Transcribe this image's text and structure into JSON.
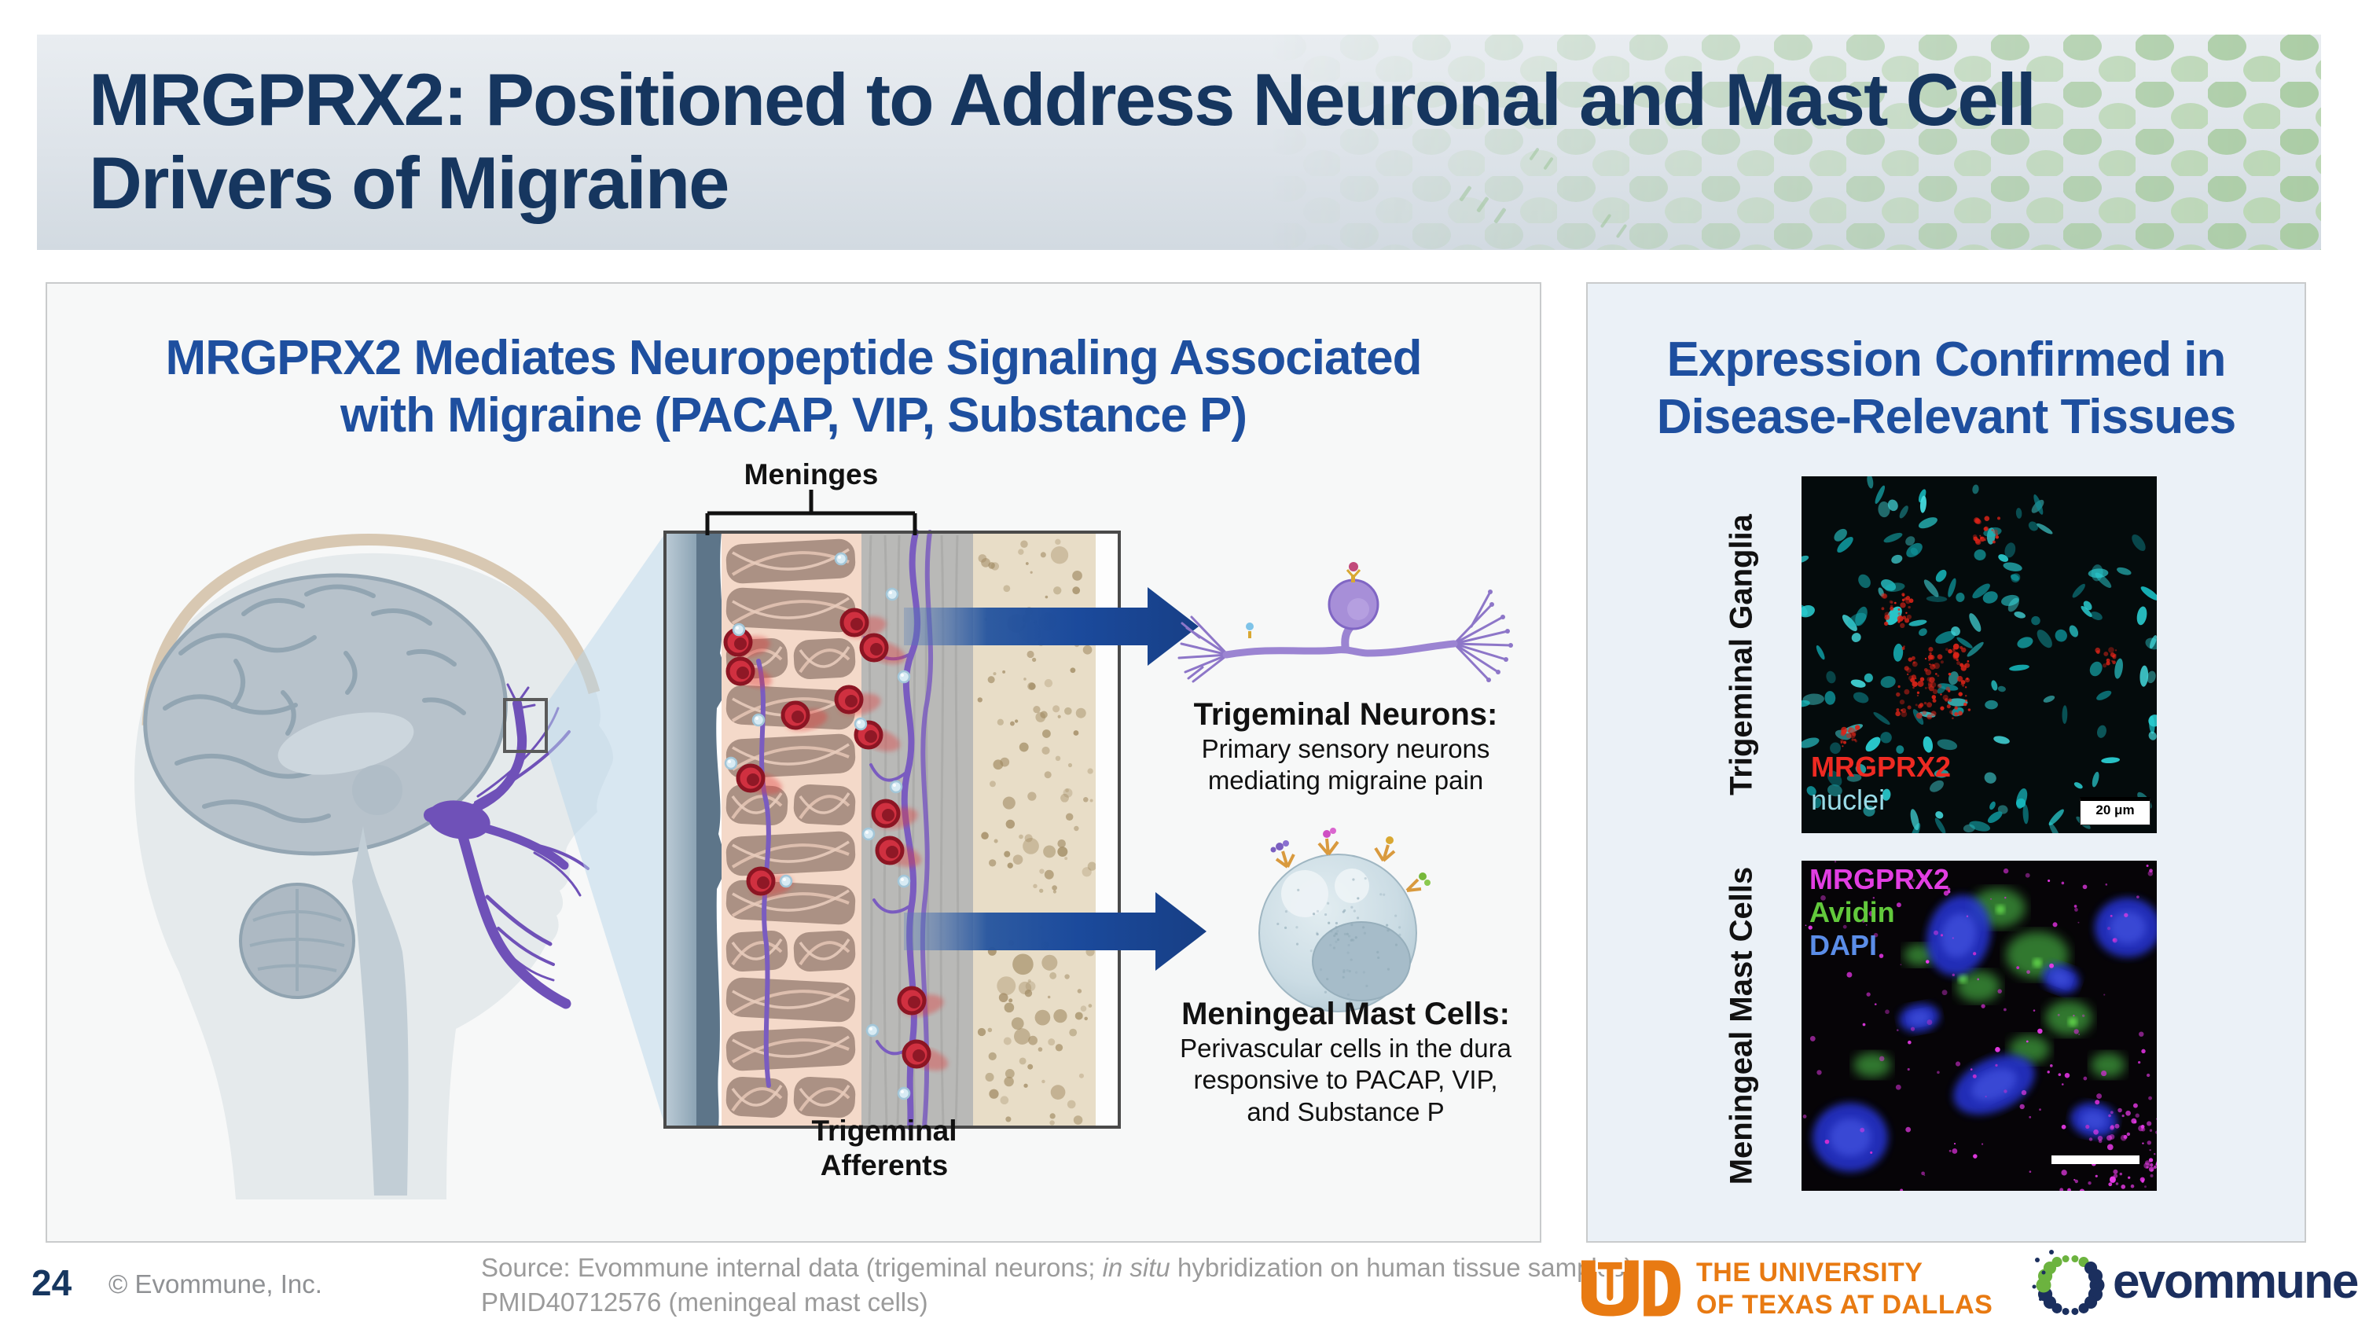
{
  "header": {
    "title_line1": "MRGPRX2: Positioned to Address Neuronal and Mast Cell",
    "title_line2": "Drivers of Migraine"
  },
  "left_panel": {
    "heading_line1": "MRGPRX2 Mediates Neuropeptide Signaling Associated",
    "heading_line2": "with Migraine (PACAP, VIP, Substance P)",
    "meninges_label": "Meninges",
    "afferents_line1": "Trigeminal",
    "afferents_line2": "Afferents",
    "neurons_callout": {
      "title": "Trigeminal Neurons:",
      "line1": "Primary sensory neurons",
      "line2": "mediating migraine pain"
    },
    "mast_callout": {
      "title": "Meningeal Mast Cells:",
      "line1": "Perivascular cells in the dura",
      "line2": "responsive to PACAP, VIP,",
      "line3": "and Substance P"
    }
  },
  "right_panel": {
    "heading_line1": "Expression Confirmed in",
    "heading_line2": "Disease-Relevant Tissues",
    "top_image": {
      "side_label": "Trigeminal Ganglia",
      "legend_marker": "MRGPRX2",
      "legend_nuclei": "nuclei",
      "scale_bar": "20 μm"
    },
    "bottom_image": {
      "side_label": "Meningeal Mast Cells",
      "legend_mrgprx2": "MRGPRX2",
      "legend_avidin": "Avidin",
      "legend_dapi": "DAPI"
    }
  },
  "footer": {
    "page_number": "24",
    "copyright": "© Evommune, Inc.",
    "source_prefix": "Source: Evommune internal data (trigeminal neurons; ",
    "source_italic": "in situ",
    "source_suffix": " hybridization on human tissue samples),",
    "source_line2": "PMID40712576 (meningeal mast cells)",
    "utd_line1": "THE UNIVERSITY",
    "utd_line2": "OF TEXAS AT DALLAS",
    "evommune_wordmark": "evommune"
  },
  "colors": {
    "title_navy": "#16365f",
    "heading_blue": "#1e4f9f",
    "arrow_blue": "#1b4a9c",
    "utd_orange": "#e87a12",
    "evommune_navy": "#1b2f5e",
    "evommune_green": "#6cb33f",
    "legend_red": "#ee2a22",
    "legend_cyan": "#9adce8",
    "legend_magenta": "#e23ee2",
    "legend_green": "#62c93c",
    "legend_blue_dapi": "#5b8de8"
  }
}
